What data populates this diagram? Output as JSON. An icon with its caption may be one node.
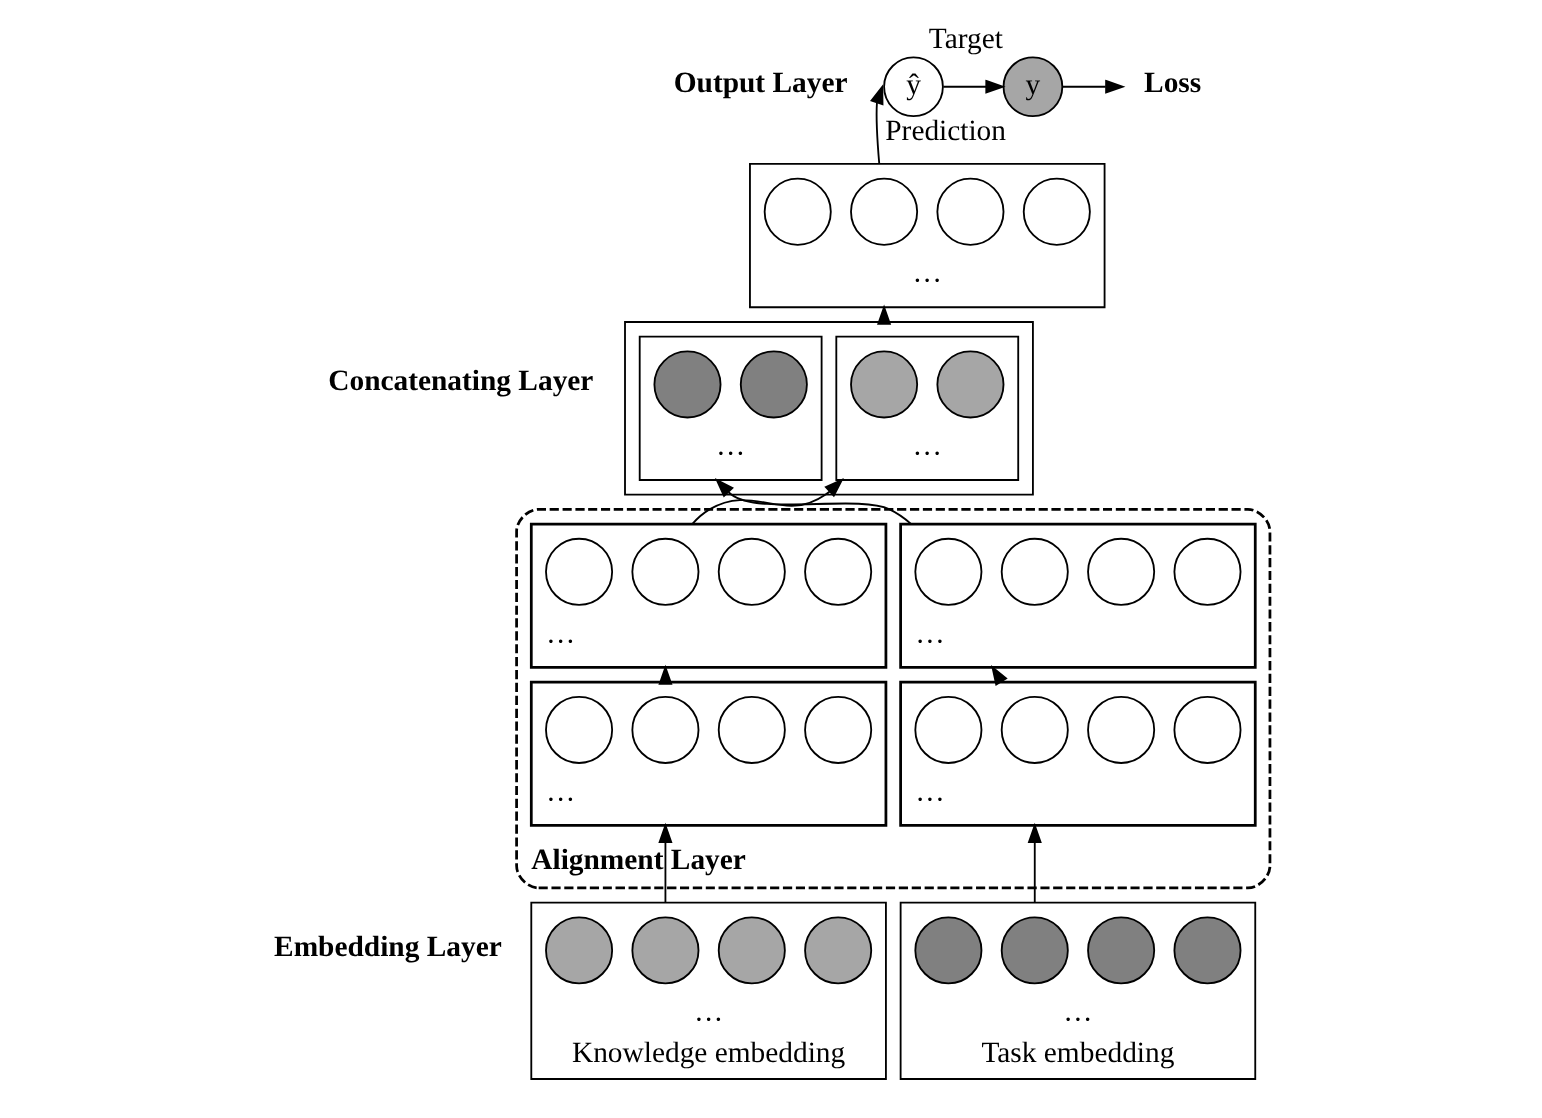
{
  "diagram": {
    "nodes": [
      {
        "text": [
          "ŷ"
        ],
        "beside": [
          "Prediction"
        ]
      },
      {
        "text": [
          "y"
        ],
        "beside": [
          "Target"
        ]
      },
      {
        "text": [
          "Loss"
        ]
      },
      {
        "text": [
          "···"
        ]
      },
      {
        "text": [],
        "shape": "circle",
        "in": 3
      },
      {
        "text": [],
        "shape": "circle",
        "in": 3
      },
      {
        "text": [],
        "shape": "circle",
        "in": 3
      },
      {
        "text": [],
        "shape": "circle",
        "in": 3
      },
      {
        "text": [],
        "shape": "box"
      },
      {
        "text": [
          "···"
        ],
        "in": 8
      },
      {
        "text": [],
        "shape": "circle",
        "in": 9
      },
      {
        "text": [],
        "shape": "circle",
        "in": 9
      },
      {
        "text": [
          "···"
        ],
        "in": 8
      },
      {
        "text": [],
        "shape": "circle",
        "in": 12
      },
      {
        "text": [],
        "shape": "circle",
        "in": 12
      },
      {
        "text": [
          "Alignment Layer"
        ]
      },
      {
        "text": [
          "···"
        ],
        "in": 15
      },
      {
        "text": [],
        "shape": "circle",
        "in": 16
      },
      {
        "text": [],
        "shape": "circle",
        "in": 16
      },
      {
        "text": [],
        "shape": "circle",
        "in": 16
      },
      {
        "text": [],
        "shape": "circle",
        "in": 16
      },
      {
        "text": [
          "···"
        ],
        "in": 15
      },
      {
        "text": [],
        "shape": "circle",
        "in": 21
      },
      {
        "text": [],
        "shape": "circle",
        "in": 21
      },
      {
        "text": [],
        "shape": "circle",
        "in": 21
      },
      {
        "text": [],
        "shape": "circle",
        "in": 21
      },
      {
        "text": [
          "···"
        ],
        "in": 15
      },
      {
        "text": [],
        "shape": "circle",
        "in": 26
      },
      {
        "text": [],
        "shape": "circle",
        "in": 26
      },
      {
        "text": [],
        "shape": "circle",
        "in": 26
      },
      {
        "text": [],
        "shape": "circle",
        "in": 26
      },
      {
        "text": [
          "···"
        ],
        "in": 15
      },
      {
        "text": [],
        "shape": "circle",
        "in": 31
      },
      {
        "text": [],
        "shape": "circle",
        "in": 31
      },
      {
        "text": [],
        "shape": "circle",
        "in": 31
      },
      {
        "text": [],
        "shape": "circle",
        "in": 31
      },
      {
        "text": [
          "···"
        ],
        "beside": [
          "Knowledge embedding"
        ]
      },
      {
        "text": [],
        "shape": "circle",
        "in": 36
      },
      {
        "text": [],
        "shape": "circle",
        "in": 36
      },
      {
        "text": [],
        "shape": "circle",
        "in": 36
      },
      {
        "text": [],
        "shape": "circle",
        "in": 36
      },
      {
        "text": [
          "···"
        ],
        "beside": [
          "Task embedding"
        ]
      },
      {
        "text": [],
        "shape": "circle",
        "in": 41
      },
      {
        "text": [],
        "shape": "circle",
        "in": 41
      },
      {
        "text": [],
        "shape": "circle",
        "in": 41
      },
      {
        "text": [],
        "shape": "circle",
        "in": 41
      }
    ],
    "edges": [
      {
        "from": 3,
        "to": 0,
        "arrow": "to"
      },
      {
        "from": 0,
        "to": 1,
        "arrow": "to"
      },
      {
        "from": 1,
        "to": 2,
        "arrow": "to"
      },
      {
        "from": 8,
        "to": 3,
        "arrow": "to"
      },
      {
        "from": 16,
        "to": 9,
        "arrow": "to"
      },
      {
        "from": 21,
        "to": 12,
        "arrow": "to"
      },
      {
        "from": 26,
        "to": 16,
        "arrow": "to"
      },
      {
        "from": 31,
        "to": 21,
        "arrow": "to"
      },
      {
        "from": 36,
        "to": 26,
        "arrow": "to"
      },
      {
        "from": 41,
        "to": 31,
        "arrow": "to"
      }
    ],
    "labels": [
      "Output Layer",
      "Concatenating Layer",
      "Embedding Layer"
    ]
  }
}
